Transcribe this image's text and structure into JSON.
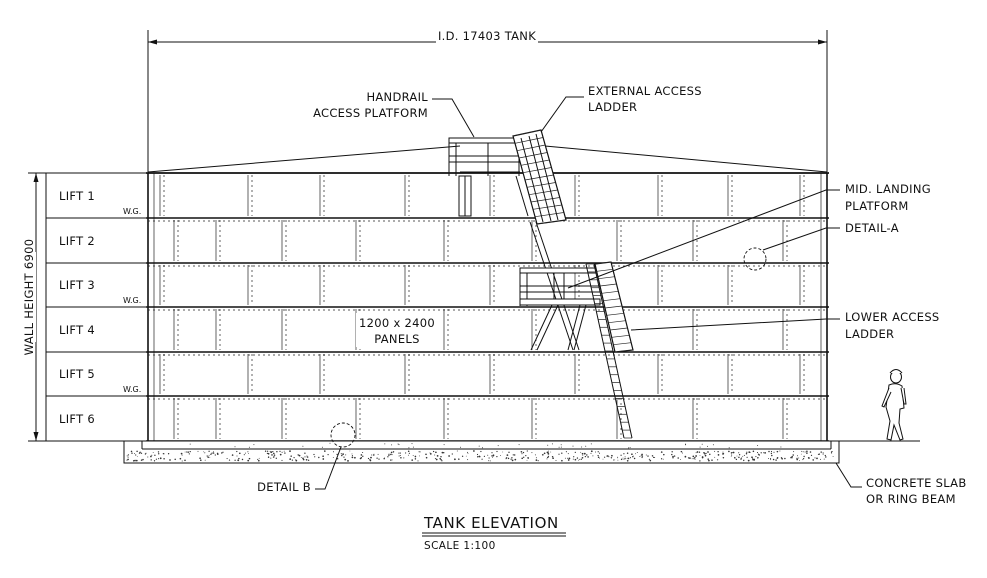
{
  "dimension": {
    "tank_id": "I.D. 17403 TANK",
    "wall_height": "WALL HEIGHT 6900"
  },
  "lifts": [
    "LIFT 1",
    "LIFT 2",
    "LIFT 3",
    "LIFT 4",
    "LIFT 5",
    "LIFT 6"
  ],
  "wg_mark": "W.G.",
  "callouts": {
    "handrail": [
      "HANDRAIL",
      "ACCESS PLATFORM"
    ],
    "external_ladder": [
      "EXTERNAL ACCESS",
      "LADDER"
    ],
    "mid_landing": [
      "MID. LANDING",
      "PLATFORM"
    ],
    "detail_a": "DETAIL-A",
    "lower_ladder": [
      "LOWER ACCESS",
      "LADDER"
    ],
    "detail_b": "DETAIL B",
    "concrete": [
      "CONCRETE SLAB",
      "OR RING BEAM"
    ]
  },
  "panels_note": [
    "1200 x 2400",
    "PANELS"
  ],
  "title": "TANK ELEVATION",
  "scale": "SCALE 1:100"
}
